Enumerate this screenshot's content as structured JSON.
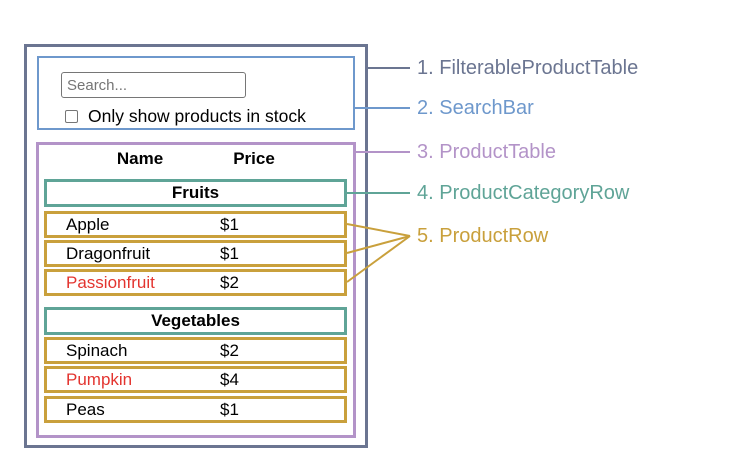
{
  "colors": {
    "filterable": "#6b7591",
    "searchbar": "#6e98cc",
    "producttable": "#b393c8",
    "categoryrow": "#5fa497",
    "productrow": "#c9a03c",
    "out_of_stock": "#e3342f"
  },
  "search": {
    "placeholder": "Search...",
    "checkbox_label": "Only show products in stock",
    "checked": false
  },
  "table": {
    "header_name": "Name",
    "header_price": "Price",
    "categories": [
      {
        "name": "Fruits",
        "products": [
          {
            "name": "Apple",
            "price": "$1",
            "stocked": true
          },
          {
            "name": "Dragonfruit",
            "price": "$1",
            "stocked": true
          },
          {
            "name": "Passionfruit",
            "price": "$2",
            "stocked": false
          }
        ]
      },
      {
        "name": "Vegetables",
        "products": [
          {
            "name": "Spinach",
            "price": "$2",
            "stocked": true
          },
          {
            "name": "Pumpkin",
            "price": "$4",
            "stocked": false
          },
          {
            "name": "Peas",
            "price": "$1",
            "stocked": true
          }
        ]
      }
    ]
  },
  "labels": [
    {
      "text": "1. FilterableProductTable",
      "color": "#6b7591"
    },
    {
      "text": "2. SearchBar",
      "color": "#6e98cc"
    },
    {
      "text": "3. ProductTable",
      "color": "#b393c8"
    },
    {
      "text": "4. ProductCategoryRow",
      "color": "#5fa497"
    },
    {
      "text": "5. ProductRow",
      "color": "#c9a03c"
    }
  ]
}
